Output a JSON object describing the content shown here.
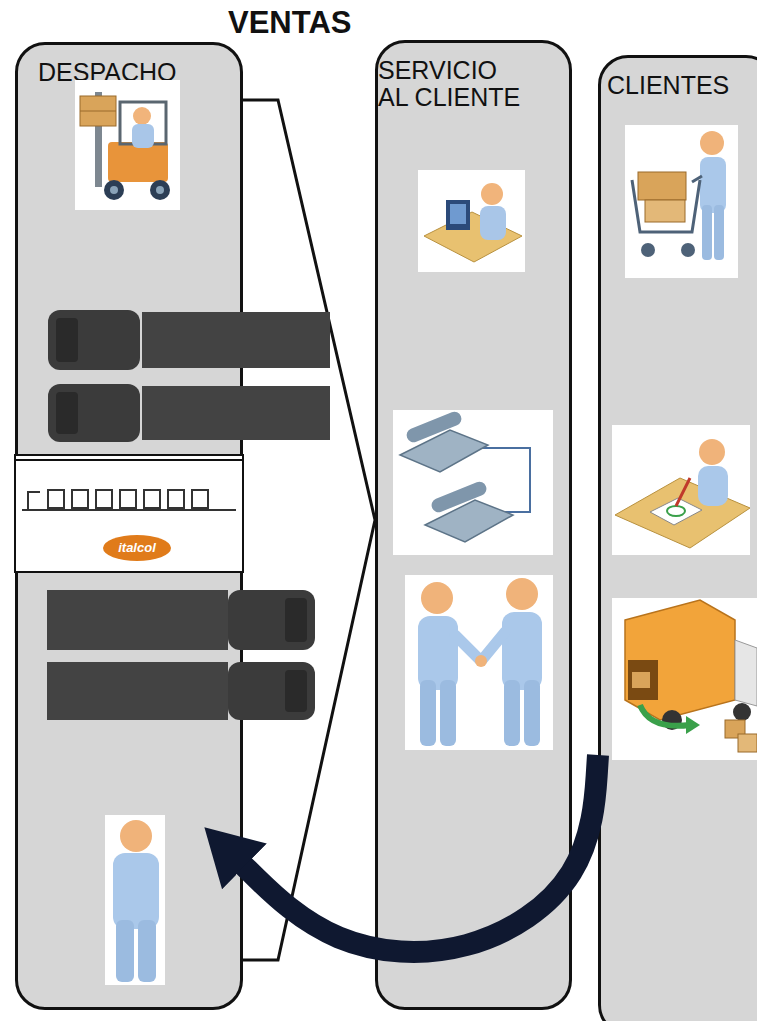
{
  "diagram": {
    "nodes": [
      {
        "text": [
          "DESPACHO"
        ]
      },
      {
        "text": [
          "SERVICIO AL CLIENTE"
        ]
      },
      {
        "text": [
          "CLIENTES"
        ]
      }
    ],
    "edges": [
      {
        "from": 0,
        "to": 1,
        "label": "VENTAS",
        "arrow": "to"
      },
      {
        "from": 2,
        "to": 0,
        "arrow": "to"
      }
    ],
    "labels": [
      "italcol"
    ]
  }
}
